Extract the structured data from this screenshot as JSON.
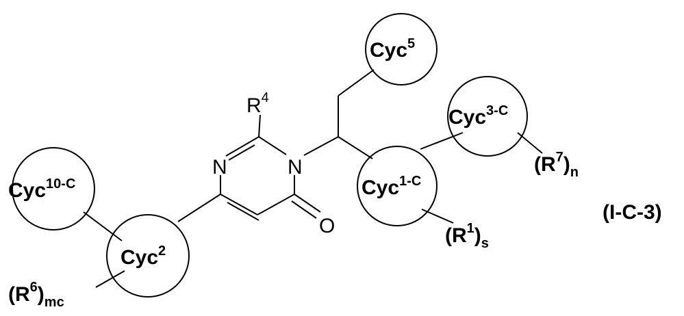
{
  "figure": {
    "formula_label": "(I-C-3)",
    "atoms": {
      "n_left": "N",
      "n_right": "N",
      "oxygen": "O"
    },
    "substituents": {
      "r4": {
        "main": "R",
        "sup": "4"
      },
      "r7": {
        "main": "(R",
        "sup": "7",
        "close": ")",
        "sub": "n"
      },
      "r1": {
        "main": "(R",
        "sup": "1",
        "close": ")",
        "sub": "s"
      },
      "r6": {
        "main": "(R",
        "sup": "6",
        "close": ")",
        "sub": "mc"
      }
    },
    "rings": {
      "cyc5": {
        "main": "Cyc",
        "sup": "5"
      },
      "cyc3c": {
        "main": "Cyc",
        "sup": "3-C"
      },
      "cyc1c": {
        "main": "Cyc",
        "sup": "1-C"
      },
      "cyc10c": {
        "main": "Cyc",
        "sup": "10-C"
      },
      "cyc2": {
        "main": "Cyc",
        "sup": "2"
      }
    }
  }
}
